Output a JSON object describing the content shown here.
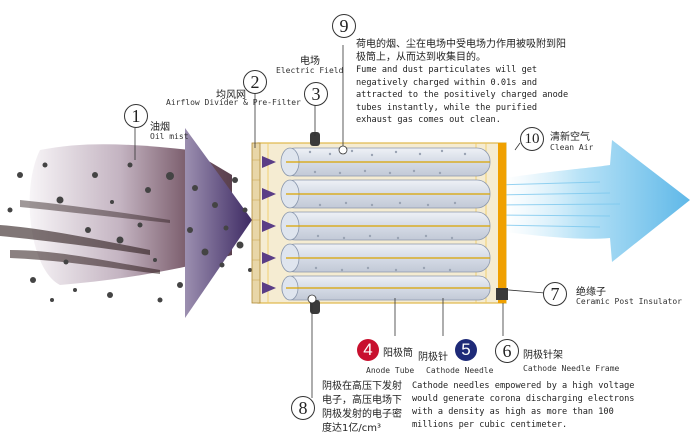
{
  "colors": {
    "red": "#c8102e",
    "navy": "#1e2a78",
    "orange": "#f0a000",
    "clean_air": "#7cc8ee"
  },
  "callouts": {
    "c1": {
      "num": "1",
      "cn": "油烟",
      "en": "Oil mist"
    },
    "c2": {
      "num": "2",
      "cn": "均风网",
      "en": "Airflow Divider & Pre-Filter"
    },
    "c3": {
      "num": "3",
      "cn": "电场",
      "en": "Electric Field"
    },
    "c4": {
      "num": "4",
      "cn": "阳极筒",
      "en": "Anode Tube"
    },
    "c5": {
      "num": "5",
      "cn": "阴极针",
      "en": "Cathode Needle"
    },
    "c6": {
      "num": "6",
      "cn": "阴极针架",
      "en": "Cathode Needle Frame"
    },
    "c7": {
      "num": "7",
      "cn": "绝缘子",
      "en": "Ceramic Post Insulator"
    },
    "c8": {
      "num": "8",
      "cn_lines": [
        "阴极在高压下发射",
        "电子，高压电场下",
        "阴极发射的电子密",
        "度达1亿/cm³"
      ],
      "en_lines": [
        "Cathode needles empowered by a high voltage",
        "would generate corona discharging electrons",
        "with a density as high as more than 100",
        "millions per cubic centimeter."
      ]
    },
    "c9": {
      "num": "9",
      "cn_lines": [
        "荷电的烟、尘在电场中受电场力作用被吸附到阳",
        "极筒上，从而达到收集目的。"
      ],
      "en_lines": [
        "Fume and dust particulates will get",
        "negatively charged within 0.01s and",
        "attracted to the positively charged anode",
        "tubes instantly, while the purified",
        "exhaust gas comes out clean."
      ]
    },
    "c10": {
      "num": "10",
      "cn": "清新空气",
      "en": "Clean Air"
    }
  }
}
